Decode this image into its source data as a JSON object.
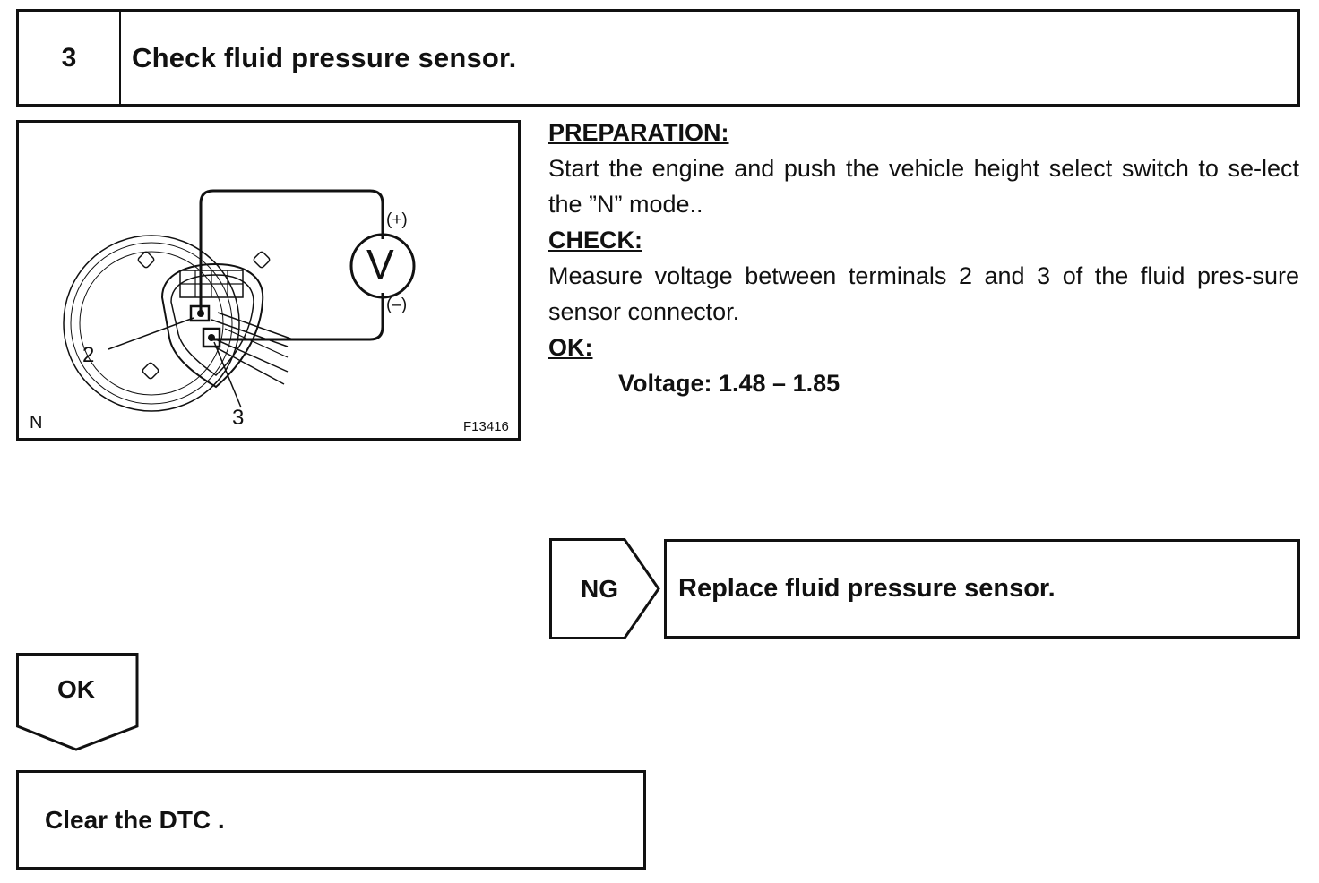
{
  "step": {
    "number": "3",
    "title": "Check fluid pressure sensor."
  },
  "figure": {
    "label_2": "2",
    "label_3": "3",
    "plus_label": "(+)",
    "minus_label": "(–)",
    "meter_label": "V",
    "corner_label": "N",
    "figure_code": "F13416"
  },
  "instructions": {
    "preparation_heading": "PREPARATION:",
    "preparation_text": "Start the engine and push the vehicle height select switch to se-lect the ”N” mode..",
    "check_heading": "CHECK:",
    "check_text": "Measure voltage between terminals 2 and 3 of the fluid pres-sure sensor connector.",
    "ok_heading": "OK:",
    "ok_spec": "Voltage: 1.48 – 1.85"
  },
  "ng_branch": {
    "label": "NG",
    "action": "Replace fluid pressure sensor."
  },
  "ok_branch": {
    "label": "OK",
    "action": "Clear the DTC ."
  }
}
